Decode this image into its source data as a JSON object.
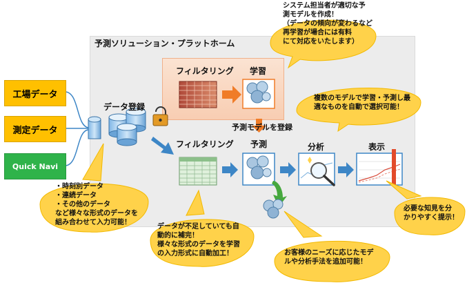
{
  "platform": {
    "title": "予測ソリューション・プラットホーム"
  },
  "sources": [
    {
      "label": "工場データ"
    },
    {
      "label": "測定データ"
    },
    {
      "label": "Quick Navi"
    }
  ],
  "steps": {
    "data_registration": "データ登録",
    "filtering_top": "フィルタリング",
    "learning": "学習",
    "register_model": "予測モデルを登録",
    "filtering_bottom": "フィルタリング",
    "prediction": "予測",
    "analysis": "分析",
    "display": "表示"
  },
  "callouts": {
    "top": [
      "システム担当者が適切な予",
      "測モデルを作成！",
      "（データの傾向が変わるなど",
      "再学習が場合には有料",
      "にて対応をいたします）"
    ],
    "models": [
      "複数のモデルで学習・予測し最",
      "適なものを自動で選択可能！"
    ],
    "data_types": [
      "・時刻別データ",
      "・連続データ",
      "・その他のデータ",
      "など様々な形式のデータを",
      "組み合わせて入力可能！"
    ],
    "missing_data": [
      "データが不足していても自",
      "動的に補完！",
      "様々な形式のデータを学習",
      "の入力形式に自動加工！"
    ],
    "custom_models": [
      "お客様のニーズに応じたモデ",
      "ルや分析手法を追加可能！"
    ],
    "insight": [
      "必要な知見を分",
      "かりやすく提示！"
    ]
  },
  "colors": {
    "source_yellow": "#ffc000",
    "source_green": "#2fb34a",
    "callout": "#ffd24a",
    "arrow_blue": "#3d86c6",
    "arrow_orange": "#f07c28",
    "platform_bg": "#ececec"
  }
}
